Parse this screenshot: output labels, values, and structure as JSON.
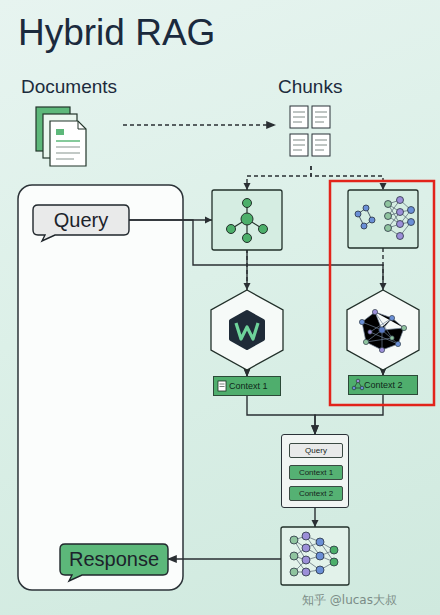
{
  "diagram": {
    "title": "Hybrid RAG",
    "nodes": [
      {
        "text": [
          "Documents"
        ]
      },
      {
        "text": [
          "Chunks"
        ]
      },
      {
        "text": [
          "Query"
        ]
      },
      {
        "text": [
          "Context 1"
        ]
      },
      {
        "text": [
          "Context 2"
        ]
      },
      {
        "text": []
      },
      {
        "text": [
          "Query"
        ],
        "in": 5
      },
      {
        "text": [
          "Context 1"
        ],
        "in": 5
      },
      {
        "text": [
          "Context 2"
        ],
        "in": 5
      },
      {
        "text": [
          "Response"
        ]
      }
    ],
    "edges": [
      {
        "from": 0,
        "to": 1,
        "arrow": "to"
      },
      {
        "from": 1,
        "to": 3,
        "arrow": "to"
      },
      {
        "from": 1,
        "to": 4,
        "arrow": "to"
      },
      {
        "from": 2,
        "to": 3,
        "arrow": "to"
      },
      {
        "from": 2,
        "to": 4,
        "arrow": "to"
      },
      {
        "from": 3,
        "to": 5,
        "arrow": "to"
      },
      {
        "from": 4,
        "to": 5,
        "arrow": "to"
      },
      {
        "from": 5,
        "to": 9,
        "arrow": "to"
      }
    ],
    "labels": [
      "知乎 @lucas大叔"
    ]
  }
}
